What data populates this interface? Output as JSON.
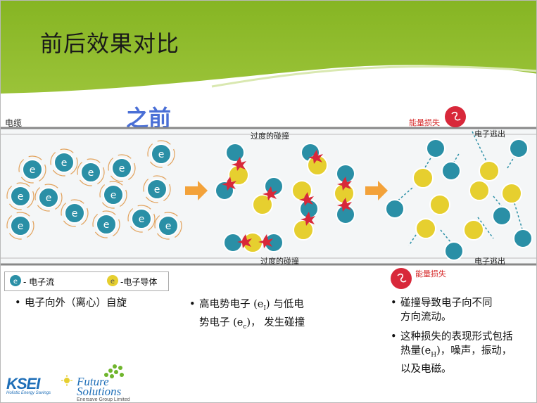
{
  "slide": {
    "title": "前后效果对比",
    "subtitle": "之前",
    "cable_label": "电缆",
    "excessive_collision_label": "过度的碰撞",
    "energy_loss_label": "能量损失",
    "electron_escape_label": "电子逃出",
    "electron_glyph": "e",
    "legend": {
      "electron_flow": "- 电子流",
      "electron_conductor": "-电子导体"
    },
    "bullets_left": [
      "电子向外（离心）自旋"
    ],
    "bullets_middle": [
      {
        "line1": "高电势电子 (e",
        "sub1": "I",
        "line1_end": ") 与低电",
        "line2": "势电子 (e",
        "sub2": "c",
        "line2_end": ")， 发生碰撞"
      }
    ],
    "bullets_right": [
      {
        "line1": "碰撞导致电子向不同",
        "line2": "方向流动。"
      },
      {
        "line1": "这种损失的表现形式包括",
        "line2a": "热量(e",
        "sub": "H",
        "line2b": ")，噪声，振动，",
        "line3": "以及电磁。"
      }
    ],
    "logos": {
      "ksei": "KSEI",
      "ksei_tagline": "Holistic Energy Savings",
      "future": "Future",
      "solutions": "Solutions",
      "future_tagline": "Enersave Group Limited"
    },
    "colors": {
      "green_band": "#8dbb2c",
      "teal_electron": "#2a8fa6",
      "yellow_conductor": "#e6cf2f",
      "red_collision": "#d8283a",
      "orange_arrow": "#f3a23a"
    }
  }
}
